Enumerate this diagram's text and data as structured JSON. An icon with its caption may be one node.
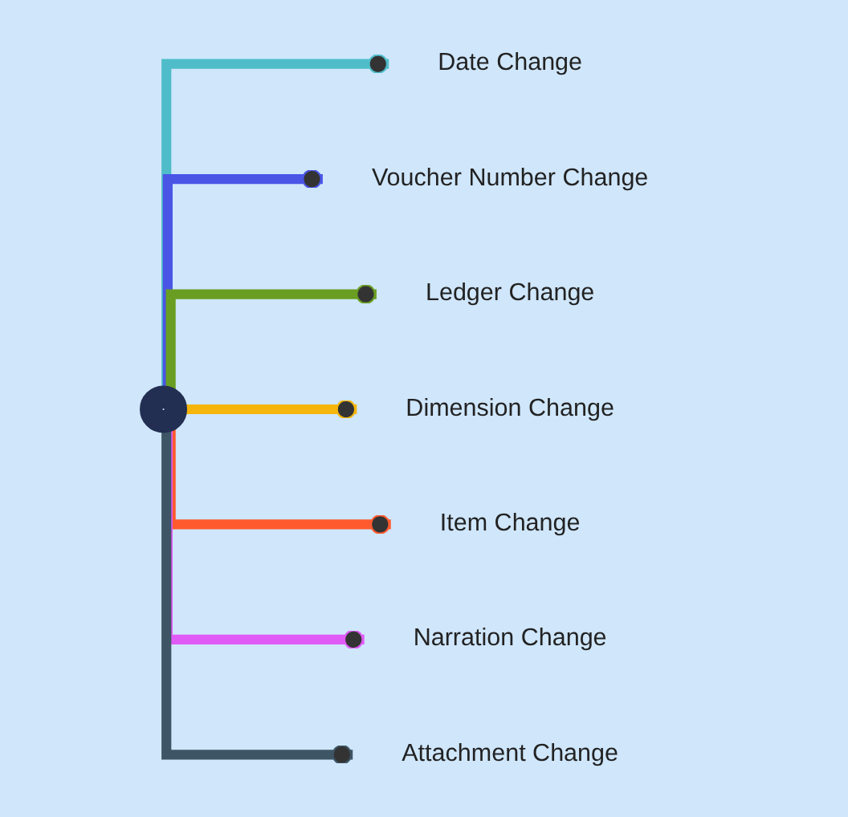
{
  "diagram": {
    "nodes": [
      {
        "text": [],
        "shape": "circle"
      },
      {
        "text": [
          "Date Change"
        ]
      },
      {
        "text": [
          "Voucher Number Change"
        ]
      },
      {
        "text": [
          "Ledger Change"
        ]
      },
      {
        "text": [
          "Dimension Change"
        ]
      },
      {
        "text": [
          "Item Change"
        ]
      },
      {
        "text": [
          "Narration Change"
        ]
      },
      {
        "text": [
          "Attachment Change"
        ]
      }
    ],
    "edges": [
      {
        "from": 0,
        "to": 1,
        "arrow": "other",
        "color": "#4fbdc9"
      },
      {
        "from": 0,
        "to": 2,
        "arrow": "other",
        "color": "#4a55e6"
      },
      {
        "from": 0,
        "to": 3,
        "arrow": "other",
        "color": "#6a9e22"
      },
      {
        "from": 0,
        "to": 4,
        "arrow": "other",
        "color": "#f5b50a"
      },
      {
        "from": 0,
        "to": 5,
        "arrow": "other",
        "color": "#ff5a2e"
      },
      {
        "from": 0,
        "to": 6,
        "arrow": "other",
        "color": "#e05af5"
      },
      {
        "from": 0,
        "to": 7,
        "arrow": "other",
        "color": "#3e5565"
      }
    ]
  }
}
